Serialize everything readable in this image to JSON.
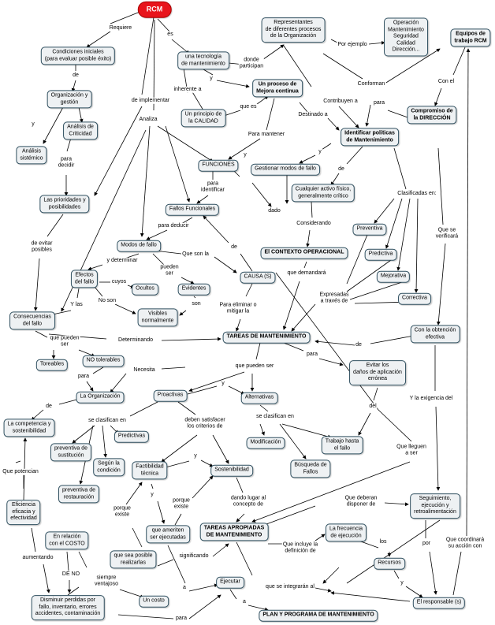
{
  "colors": {
    "root_fill": "#e8151c",
    "node_fill": "#eef1f3",
    "node_border": "#2f4f5f",
    "link": "#000000"
  },
  "nodes": {
    "rcm": "RCM",
    "condiciones": "Condiciones iniciales\n(para evaluar posible éxito)",
    "tecnologia": "una tecnología\nde mantenimiento",
    "representantes": "Representantes\nde diferentes procesos\nde la Organización",
    "ejemplos": "Operación\nMantenimiento\nSeguridad\nCalidad\nDirección...",
    "equipos": "Equipos de\ntrabajo RCM",
    "proceso_mejora": "Un proceso de\nMejora continua",
    "organizacion_gestion": "Organización y\ngestión",
    "analisis_criticidad": "Análisis de\nCriticidad",
    "principio_calidad": "Un principio de\nla CALIDAD",
    "compromiso": "Compromiso de\nla DIRECCIÓN",
    "analisis_sistemico": "Análisis\nsistémico",
    "identificar_politicas": "Identificar políticas\nde Mantenimiento",
    "funciones": "FUNCIONES",
    "gestionar_modos": "Gestionar modos de fallo",
    "prioridades": "Las prioridades y\nposibilidades",
    "activo": "Cualquier activo físico,\ngeneralmente crítico",
    "fallos_funcionales": "Fallos Funcionales",
    "preventiva": "Preventiva",
    "modos_fallo": "Modos de fallo",
    "contexto": "El CONTEXTO OPERACIONAL",
    "predictiva": "Predictiva",
    "efectos": "Efectos\ndel fallo",
    "causa": "CAUSA (S)",
    "mejorativa": "Mejorativa",
    "ocultos": "Ocultos",
    "evidentes": "Evidentes",
    "correctiva": "Correctiva",
    "visibles": "Visibles\nnormalmente",
    "consecuencias": "Consecuencias\ndel fallo",
    "tareas": "TAREAS DE MANTENIMIENTO",
    "obtencion": "Con la obtención\nefectiva",
    "toreables": "Toreables",
    "no_tolerables": "NO tolerables",
    "evitar_danos": "Evitar los\ndaños de aplicación\nerrónea",
    "organizacion": "La Organización",
    "proactivas": "Proactivas",
    "alternativas": "Alternativas",
    "competencia": "La competencia y\nsostenibilidad",
    "predictivas": "Predictivas",
    "prev_sustitucion": "preventiva de\nsustitución",
    "modificacion": "Modificación",
    "trabajo_fallo": "Trabajo hasta\nel fallo",
    "segun_condicion": "Según la\ncondición",
    "factibilidad": "Factibilidad\ntécnica",
    "sostenibilidad": "Sostenibilidad",
    "busqueda": "Búsqueda de\nFallos",
    "prev_restauracion": "preventiva de\nrestauración",
    "seguimiento": "Seguimiento,\nejecución y\nretroalimentación",
    "eficiencia": "Eficiencia\neficacia y\nefectividad",
    "ameriten": "que ameriten\nser ejecutadas",
    "apropiadas": "TAREAS APROPIADAS\nDE MANTENIMIENTO",
    "frecuencia": "La frecuencia\nde ejecución",
    "relacion_costo": "En relación\ncon el COSTO",
    "posible": "que sea posible\nrealizarlas",
    "recursos": "Recursos",
    "ejecutar": "Ejecutar",
    "costo": "Un costo",
    "responsable": "El responsable (s)",
    "disminuir": "Disminuir perdidas por\nfallo, inventario, errores\naccidentes, contaminación",
    "plan": "PLAN Y PROGRAMA DE MANTENIMIENTO"
  },
  "links": {
    "requiere": "Requiere",
    "es": "es",
    "de_1": "de",
    "y_1": "y",
    "donde_participan": "donde\nparticipan",
    "por_ejemplo": "Por ejemplo",
    "de_implementar": "de implementar",
    "inherente_a": "inherente a",
    "y_2": "y",
    "conforman": "Conforman",
    "que_es": "que es",
    "con_el": "Con el",
    "contribuyen_a": "Contribuyen a",
    "para_1": "para",
    "analiza": "Analiza",
    "destinado_a": "Destinado a",
    "y_3": "y",
    "para_decidir": "para\ndecidir",
    "para_mantener": "Para mantener",
    "y_4": "y",
    "de_2": "de",
    "para_identificar": "para\nidentificar",
    "clasificadas_en": "Clasificadas en:",
    "dado": "dado",
    "considerando": "Considerando",
    "que_se_verificara": "Que se\nverificará",
    "para_deducir": "para deducir",
    "de_evitar_posibles": "de evitar\nposibles",
    "de_3": "de",
    "y_determinar": "y determinar",
    "que_son_la": "Que son la",
    "pueden_ser": "pueden\nser",
    "que_demandara": "que demandará",
    "cuyos": "cuyos",
    "son": "son",
    "no_son": "No son",
    "y_las": "Y las",
    "expresadas": "Expresadas\na través de",
    "para_eliminar": "Para eliminar o\nmitigar la",
    "que_pueden_ser_1": "que pueden\nser",
    "determinando": "Determinando",
    "de_4": "de",
    "para_2": "para",
    "para_3": "para",
    "necesita": "Necesita",
    "que_pueden_ser_2": "que pueden ser",
    "y_5": "y",
    "de_5": "de",
    "se_clasifican_1": "se clasifican en",
    "deben_satisfacer": "deben satisfacer\nlos criterios de",
    "se_clasifican_2": "se clasifican en",
    "del": "del",
    "y_la_exigencia": "Y la exigencia del",
    "y_6": "y",
    "que_lleguen": "Que lleguen\na ser",
    "que_potencian": "Que potencian",
    "y_7": "y",
    "porque_existe_1": "porque\nexiste",
    "porque_existe_2": "porque\nexiste",
    "dando_lugar": "dando lugar al\nconcepto de",
    "que_deberan": "Que deberan\ndisponer de",
    "aumentando": "aumentando",
    "que_incluye": "Que incluye la\ndefinición de",
    "los": "los",
    "por": "por",
    "que_coordinara": "Que coordinará\nsu acción con",
    "de_no": "DE NO",
    "significando": "significando",
    "siempre_ventajoso": "siempre\nventajoso",
    "a_1": "a",
    "y_8": "y",
    "que_se_integraran": "que se integrarán al",
    "a_2": "a",
    "para_4": "para"
  }
}
